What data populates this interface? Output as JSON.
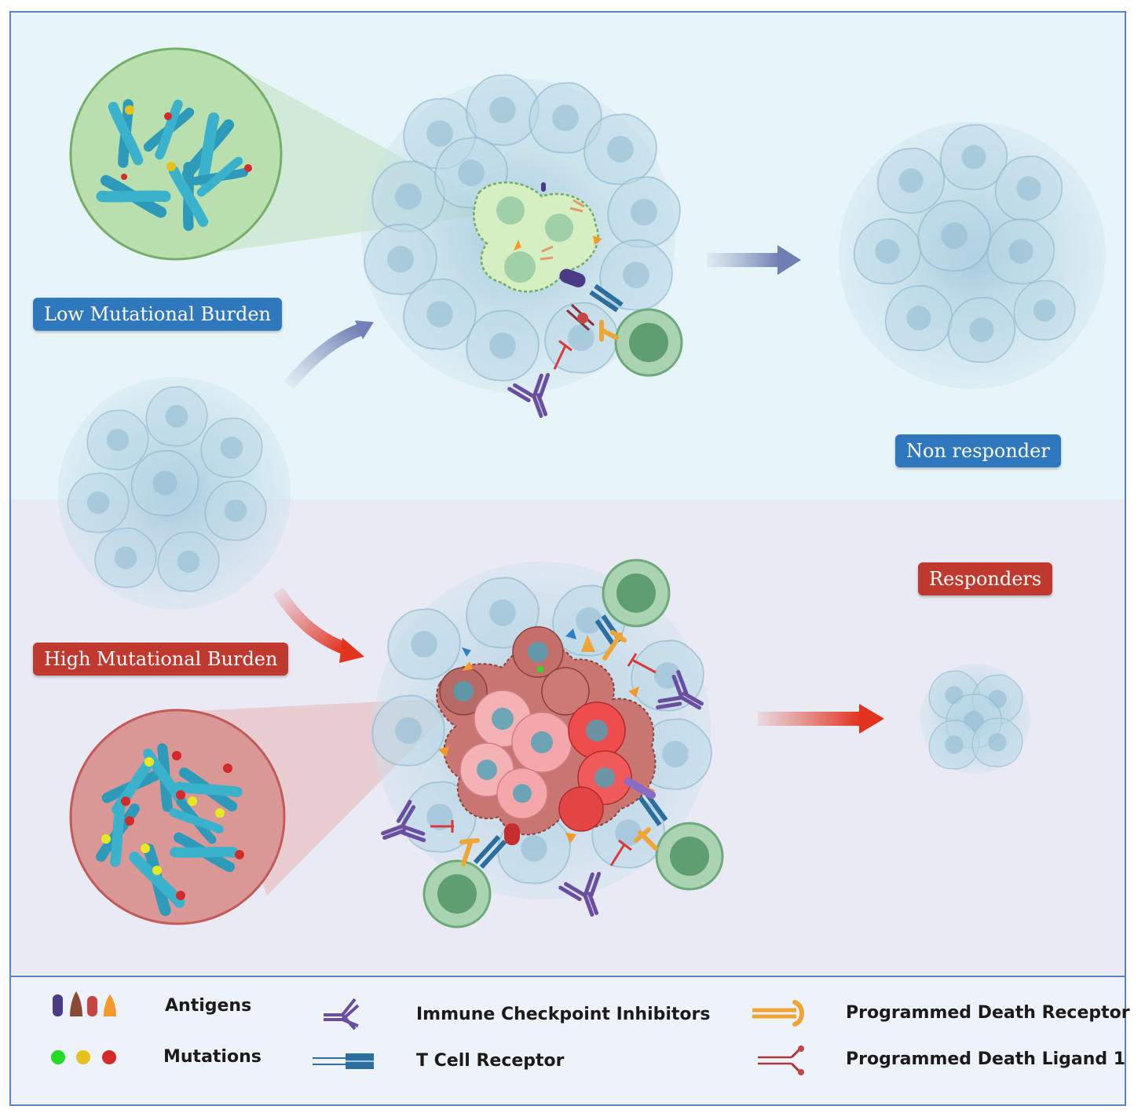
{
  "labels": {
    "low_burden": "Low Mutational Burden",
    "high_burden": "High Mutational Burden",
    "non_responder": "Non responder",
    "responders": "Responders"
  },
  "legend": {
    "antigens": "Antigens",
    "mutations": "Mutations",
    "ici": "Immune Checkpoint Inhibitors",
    "tcr": "T Cell Receptor",
    "pd1": "Programmed Death Receptor",
    "pdl1": "Programmed Death Ligand 1"
  },
  "colors": {
    "blue_label": "#2f78bd",
    "red_label": "#c0392f",
    "tumor_cell": "#a9cfe0",
    "t_cell": "#7fb58a",
    "mutation_green": "#22dd22",
    "mutation_yellow": "#e8c21a",
    "mutation_red": "#d42a2a"
  }
}
